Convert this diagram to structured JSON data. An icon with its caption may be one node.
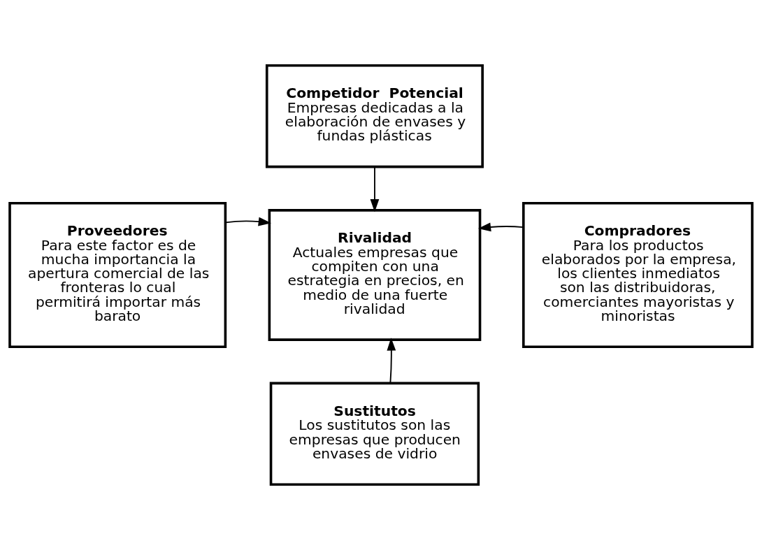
{
  "diagram": {
    "nodes": [
      {
        "text": [
          "Competidor  Potencial",
          "Empresas dedicadas a la elaboración de envases y fundas plásticas"
        ]
      },
      {
        "text": [
          "Rivalidad",
          "Actuales empresas que compiten con una estrategia en precios, en medio de una fuerte rivalidad"
        ]
      },
      {
        "text": [
          "Proveedores",
          "Para este factor es de mucha importancia la apertura comercial de las fronteras lo cual permitirá importar más barato"
        ]
      },
      {
        "text": [
          "Compradores",
          "Para los productos elaborados por la empresa, los clientes inmediatos son las distribuidoras, comerciantes mayoristas y minoristas"
        ]
      },
      {
        "text": [
          "Sustitutos",
          "Los sustitutos son las empresas que producen envases de vidrio"
        ]
      }
    ],
    "edges": [
      {
        "from": 0,
        "to": 1,
        "arrow": "to"
      },
      {
        "from": 2,
        "to": 1,
        "arrow": "to"
      },
      {
        "from": 3,
        "to": 1,
        "arrow": "to"
      },
      {
        "from": 4,
        "to": 1,
        "arrow": "to"
      }
    ]
  }
}
